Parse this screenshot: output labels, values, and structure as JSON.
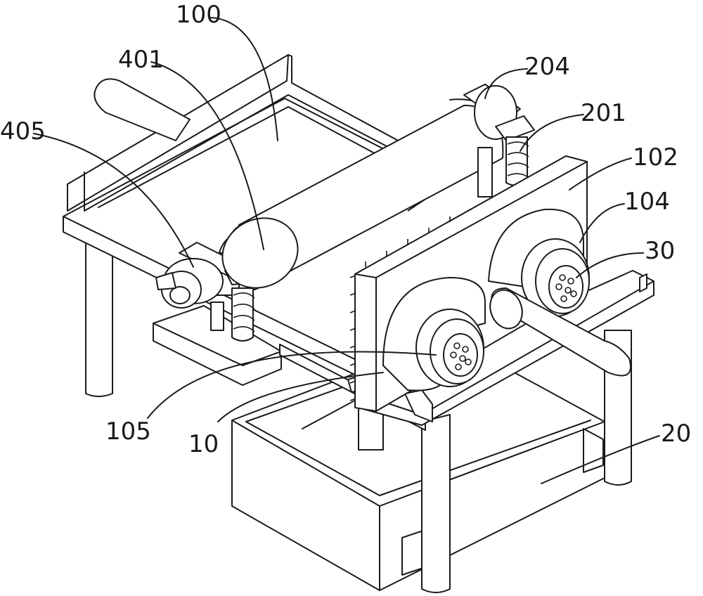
{
  "labels": {
    "l100": "100",
    "l401": "401",
    "l405": "405",
    "l204": "204",
    "l201": "201",
    "l102": "102",
    "l104": "104",
    "l30": "30",
    "l105": "105",
    "l10": "10",
    "l20": "20"
  }
}
